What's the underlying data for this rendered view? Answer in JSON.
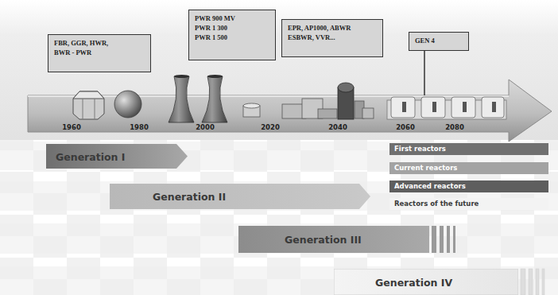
{
  "diagram": {
    "nodes": [
      {
        "text": [
          "FBR, GGR, HWR,",
          "BWR - PWR"
        ]
      },
      {
        "text": [
          "PWR 900 MV",
          "PWR 1 300",
          "PWR 1 500"
        ]
      },
      {
        "text": [
          "EPR, AP1000, ABWR",
          "ESBWR, VVR..."
        ]
      },
      {
        "text": [
          "GEN 4"
        ]
      },
      {
        "text": [
          "Generation I"
        ]
      },
      {
        "text": [
          "Generation II"
        ]
      },
      {
        "text": [
          "Generation III"
        ]
      },
      {
        "text": [
          "Generation IV"
        ]
      }
    ],
    "labels": [
      "1960",
      "1980",
      "2000",
      "2020",
      "2040",
      "2060",
      "2080"
    ],
    "legend": [
      {
        "text": "First reactors",
        "color": "#707070"
      },
      {
        "text": "Current reactors",
        "color": "#a3a3a3"
      },
      {
        "text": "Advanced reactors",
        "color": "#5e5e5e"
      },
      {
        "text": "Reactors of the future",
        "color": "#f3f3f3"
      }
    ]
  }
}
